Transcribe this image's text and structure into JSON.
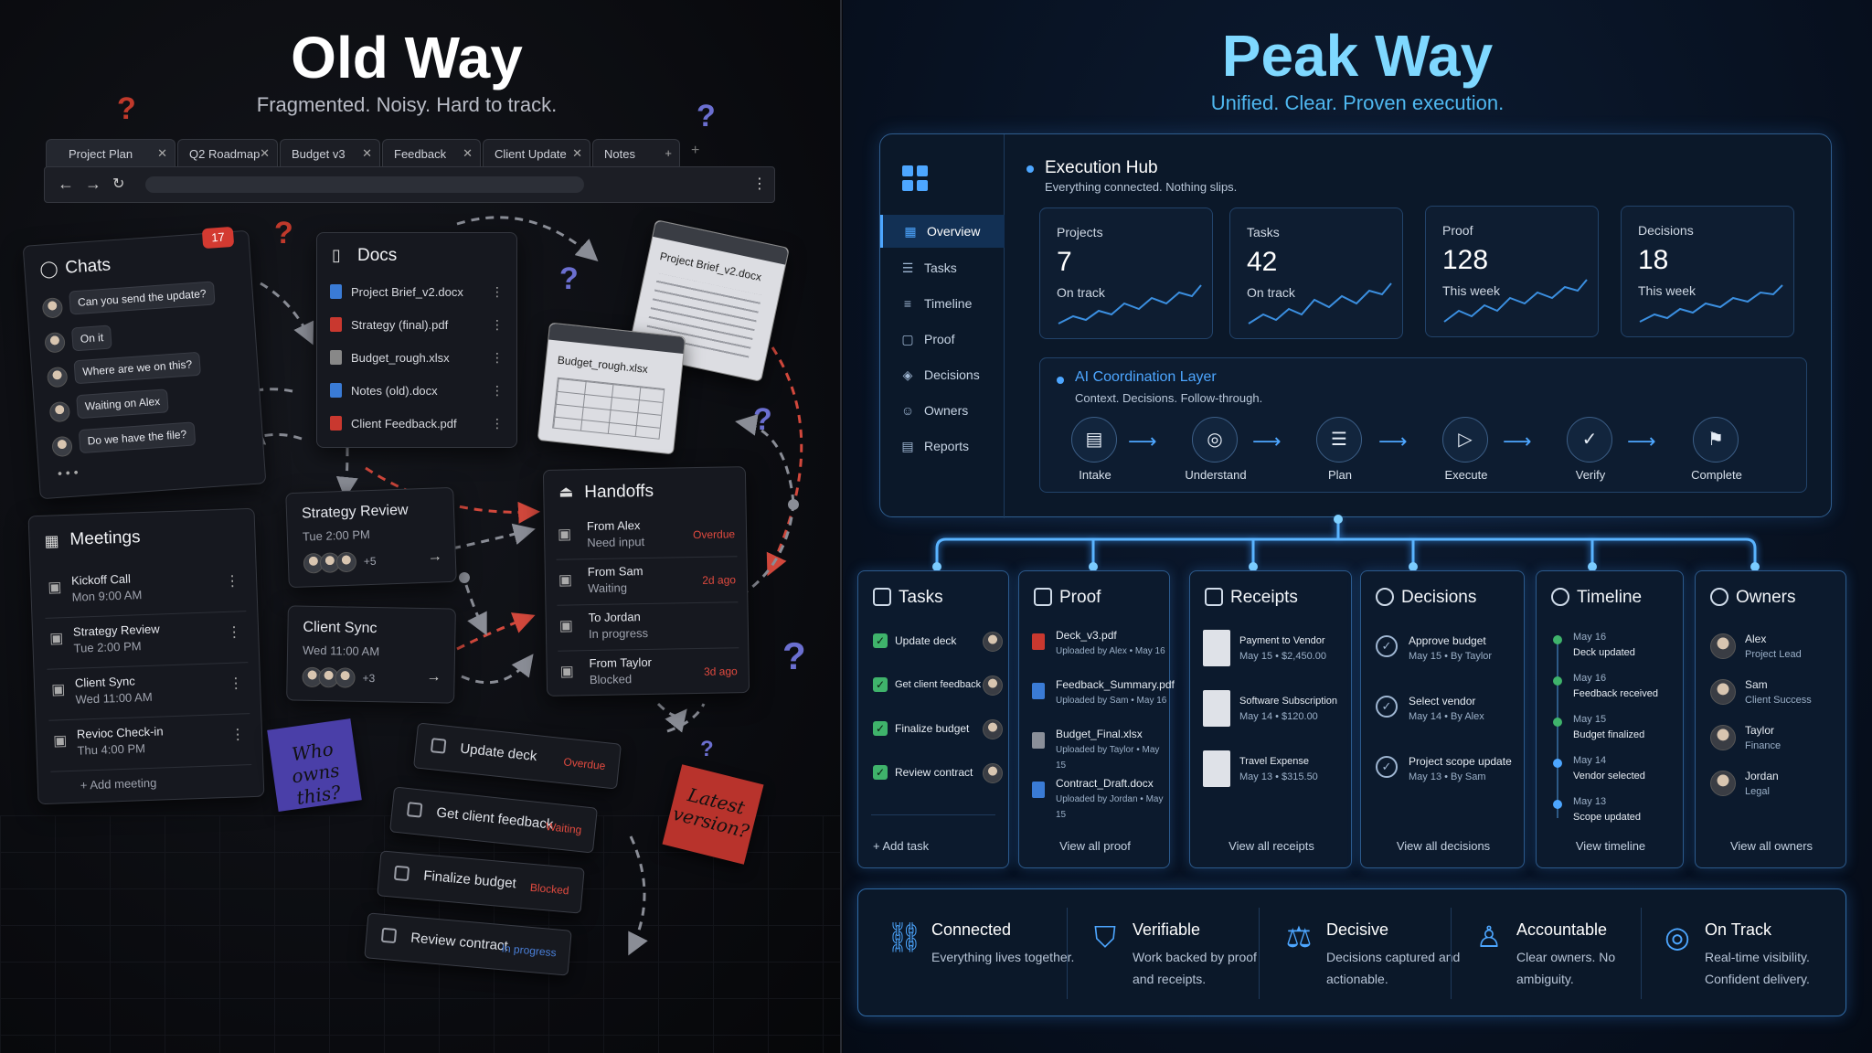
{
  "left": {
    "title": "Old Way",
    "subtitle": "Fragmented. Noisy. Hard to track.",
    "tabs": [
      "Project Plan",
      "Q2 Roadmap",
      "Budget v3",
      "Feedback",
      "Client Update",
      "Notes"
    ],
    "chats": {
      "title": "Chats",
      "badge": "17",
      "messages": [
        "Can you send the update?",
        "On it",
        "Where are we on this?",
        "Waiting on Alex",
        "Do we have the file?"
      ],
      "more": "• • •"
    },
    "docs": {
      "title": "Docs",
      "files": [
        "Project Brief_v2.docx",
        "Strategy (final).pdf",
        "Budget_rough.xlsx",
        "Notes (old).docx",
        "Client Feedback.pdf"
      ]
    },
    "floating_docs": [
      "Project Brief_v2.docx",
      "Budget_rough.xlsx"
    ],
    "meetings": {
      "title": "Meetings",
      "items": [
        {
          "name": "Kickoff Call",
          "time": "Mon 9:00 AM"
        },
        {
          "name": "Strategy Review",
          "time": "Tue 2:00 PM"
        },
        {
          "name": "Client Sync",
          "time": "Wed 11:00 AM"
        },
        {
          "name": "Revioc Check-in",
          "time": "Thu 4:00 PM"
        }
      ],
      "add": "+ Add meeting"
    },
    "strategy_card": {
      "title": "Strategy Review",
      "time": "Tue 2:00 PM",
      "more": "+5"
    },
    "client_card": {
      "title": "Client Sync",
      "time": "Wed 11:00 AM",
      "more": "+3"
    },
    "handoffs": {
      "title": "Handoffs",
      "items": [
        {
          "from": "From Alex",
          "state": "Need input",
          "tag": "Overdue"
        },
        {
          "from": "From Sam",
          "state": "Waiting",
          "tag": "2d ago"
        },
        {
          "from": "To Jordan",
          "state": "In progress",
          "tag": ""
        },
        {
          "from": "From Taylor",
          "state": "Blocked",
          "tag": "3d ago"
        }
      ]
    },
    "tasks": [
      {
        "label": "Update deck",
        "status": "Overdue"
      },
      {
        "label": "Get client feedback",
        "status": "Waiting"
      },
      {
        "label": "Finalize budget",
        "status": "Blocked"
      },
      {
        "label": "Review contract",
        "status": "In progress"
      }
    ],
    "sticky1": "Who owns this?",
    "sticky2": "Latest version?"
  },
  "right": {
    "title": "Peak Way",
    "subtitle": "Unified. Clear. Proven execution.",
    "nav": [
      "Overview",
      "Tasks",
      "Timeline",
      "Proof",
      "Decisions",
      "Owners",
      "Reports"
    ],
    "hub_title": "Execution Hub",
    "hub_sub": "Everything connected. Nothing slips.",
    "stats": [
      {
        "label": "Projects",
        "value": "7",
        "caption": "On track"
      },
      {
        "label": "Tasks",
        "value": "42",
        "caption": "On track"
      },
      {
        "label": "Proof",
        "value": "128",
        "caption": "This week"
      },
      {
        "label": "Decisions",
        "value": "18",
        "caption": "This week"
      }
    ],
    "ai_title": "AI Coordination Layer",
    "ai_sub": "Context. Decisions. Follow-through.",
    "flow": [
      "Intake",
      "Understand",
      "Plan",
      "Execute",
      "Verify",
      "Complete"
    ],
    "columns": {
      "tasks": {
        "title": "Tasks",
        "items": [
          "Update deck",
          "Get client feedback",
          "Finalize budget",
          "Review contract"
        ],
        "foot": "+ Add task"
      },
      "proof": {
        "title": "Proof",
        "items": [
          {
            "name": "Deck_v3.pdf",
            "by": "Uploaded by Alex • May 16"
          },
          {
            "name": "Feedback_Summary.pdf",
            "by": "Uploaded by Sam • May 16"
          },
          {
            "name": "Budget_Final.xlsx",
            "by": "Uploaded by Taylor • May 15"
          },
          {
            "name": "Contract_Draft.docx",
            "by": "Uploaded by Jordan • May 15"
          }
        ],
        "foot": "View all proof"
      },
      "receipts": {
        "title": "Receipts",
        "items": [
          {
            "name": "Payment to Vendor",
            "meta": "May 15 • $2,450.00"
          },
          {
            "name": "Software Subscription",
            "meta": "May 14 • $120.00"
          },
          {
            "name": "Travel Expense",
            "meta": "May 13 • $315.50"
          }
        ],
        "foot": "View all receipts"
      },
      "decisions": {
        "title": "Decisions",
        "items": [
          {
            "name": "Approve budget",
            "meta": "May 15 • By Taylor"
          },
          {
            "name": "Select vendor",
            "meta": "May 14 • By Alex"
          },
          {
            "name": "Project scope update",
            "meta": "May 13 • By Sam"
          }
        ],
        "foot": "View all decisions"
      },
      "timeline": {
        "title": "Timeline",
        "items": [
          {
            "date": "May 16",
            "event": "Deck updated"
          },
          {
            "date": "May 16",
            "event": "Feedback received"
          },
          {
            "date": "May 15",
            "event": "Budget finalized"
          },
          {
            "date": "May 14",
            "event": "Vendor selected"
          },
          {
            "date": "May 13",
            "event": "Scope updated"
          }
        ],
        "foot": "View timeline"
      },
      "owners": {
        "title": "Owners",
        "items": [
          {
            "name": "Alex",
            "role": "Project Lead"
          },
          {
            "name": "Sam",
            "role": "Client Success"
          },
          {
            "name": "Taylor",
            "role": "Finance"
          },
          {
            "name": "Jordan",
            "role": "Legal"
          }
        ],
        "foot": "View all owners"
      }
    },
    "features": [
      {
        "title": "Connected",
        "desc": "Everything lives together."
      },
      {
        "title": "Verifiable",
        "desc": "Work backed by proof and receipts."
      },
      {
        "title": "Decisive",
        "desc": "Decisions captured and actionable."
      },
      {
        "title": "Accountable",
        "desc": "Clear owners. No ambiguity."
      },
      {
        "title": "On Track",
        "desc": "Real-time visibility. Confident delivery."
      }
    ]
  },
  "colors": {
    "accent": "#4da6ff",
    "title_right": "#7fd8ff",
    "danger": "#e04a3f",
    "check": "#3fb36b"
  }
}
